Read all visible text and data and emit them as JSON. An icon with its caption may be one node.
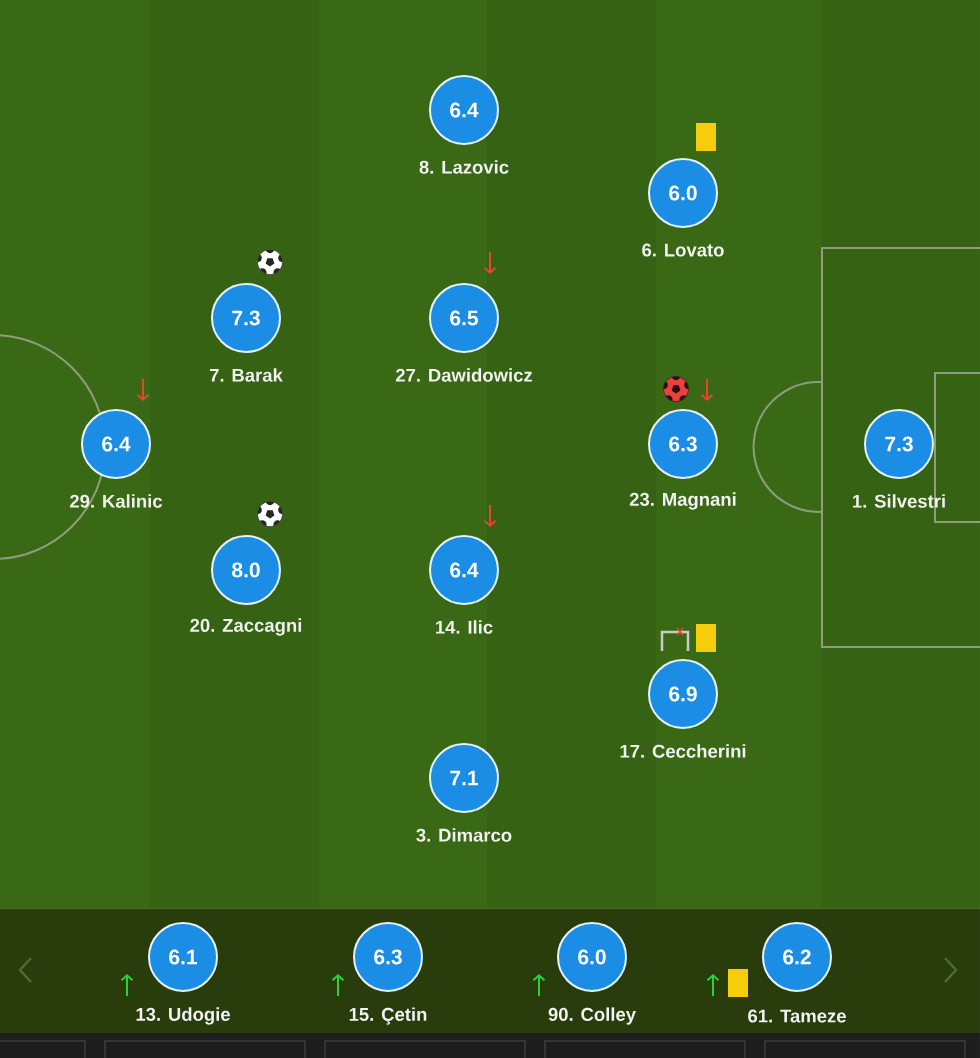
{
  "diagram": {
    "nodes": [
      {
        "text": [
          "6.4",
          "8. Lazovic"
        ]
      },
      {
        "text": [
          "6.0",
          "6. Lovato"
        ]
      },
      {
        "text": [
          "7.3",
          "7. Barak"
        ]
      },
      {
        "text": [
          "6.5",
          "27. Dawidowicz"
        ]
      },
      {
        "text": [
          "6.4",
          "29. Kalinic"
        ]
      },
      {
        "text": [
          "6.3",
          "23. Magnani"
        ]
      },
      {
        "text": [
          "7.3",
          "1. Silvestri"
        ]
      },
      {
        "text": [
          "8.0",
          "20. Zaccagni"
        ]
      },
      {
        "text": [
          "6.4",
          "14. Ilic"
        ]
      },
      {
        "text": [
          "6.9",
          "17. Ceccherini"
        ]
      },
      {
        "text": [
          "7.1",
          "3. Dimarco"
        ]
      },
      {
        "text": [
          "6.1",
          "13. Udogie"
        ]
      },
      {
        "text": [
          "6.3",
          "15. Çetin"
        ]
      },
      {
        "text": [
          "6.0",
          "90. Colley"
        ]
      },
      {
        "text": [
          "6.2",
          "61. Tameze"
        ]
      }
    ]
  }
}
